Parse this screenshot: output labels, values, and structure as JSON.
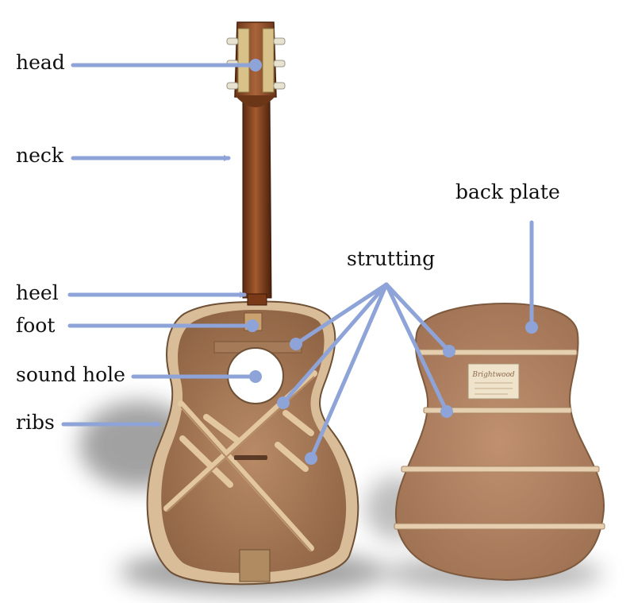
{
  "labels": {
    "head": "head",
    "neck": "neck",
    "heel": "heel",
    "foot": "foot",
    "sound_hole": "sound hole",
    "ribs": "ribs",
    "strutting": "strutting",
    "back_plate": "back plate"
  },
  "sticker": {
    "brand": "Brightwood"
  },
  "colors": {
    "pointer": "#8ea3d8",
    "wood_light": "#c69a74",
    "wood_dark": "#8b4a24",
    "background": "#ffffff"
  }
}
